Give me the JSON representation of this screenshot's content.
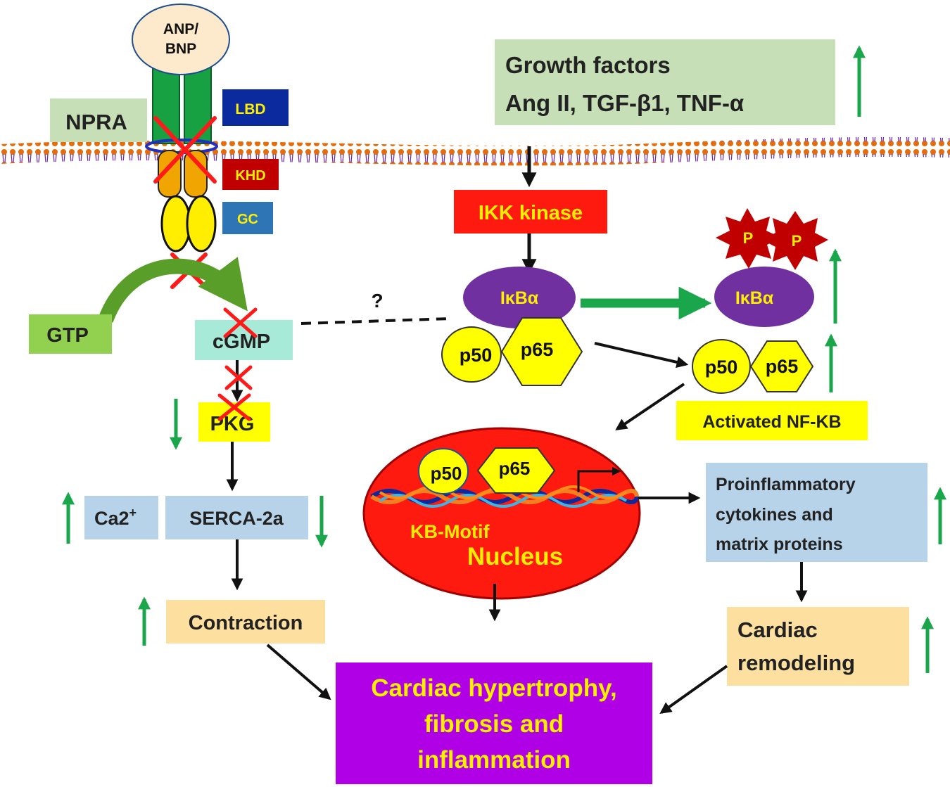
{
  "labels": {
    "anp": [
      "ANP/",
      "BNP"
    ],
    "npra": "NPRA",
    "lbd": "LBD",
    "khd": "KHD",
    "gc": "GC",
    "gtp": "GTP",
    "cgmp": "cGMP",
    "pkg": "PKG",
    "ca": "Ca2",
    "ca_sup": "+",
    "serca": "SERCA-2a",
    "contraction": "Contraction",
    "growth_factors": [
      "Growth factors",
      "Ang II, TGF-β1, TNF-α"
    ],
    "ikk": "IKK kinase",
    "ikba": "IκBα",
    "ikba_p": "IκBα",
    "p_label": "P",
    "p50": "p50",
    "p65": "p65",
    "question": "?",
    "activated_nfkb": "Activated NF-KB",
    "kb_motif": "KB-Motif",
    "nucleus": "Nucleus",
    "proinflammatory": [
      "Proinflammatory",
      "cytokines and",
      "matrix proteins"
    ],
    "remodeling": [
      "Cardiac",
      "remodeling"
    ],
    "outcome": [
      "Cardiac hypertrophy,",
      "fibrosis and",
      "inflammation"
    ]
  },
  "colors": {
    "arrow": "#111111",
    "up_down_arrow": "#1aa64a",
    "cross": "#ff1a1a",
    "nucleus": "#ff1a10",
    "outcome_box": "#b000e6",
    "outcome_text": "#ffee00",
    "ikk_box": "#ff1a10",
    "ikba": "#7030a0",
    "yellow": "#ffff00",
    "light_green": "#c6dfb6",
    "light_blue": "#b7d3ea",
    "light_orange": "#fde0a0"
  }
}
